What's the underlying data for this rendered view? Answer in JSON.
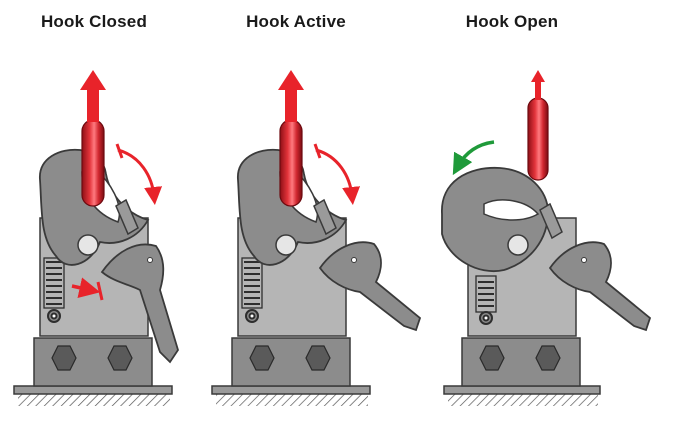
{
  "panels": [
    {
      "title": "Hook Closed"
    },
    {
      "title": "Hook Active"
    },
    {
      "title": "Hook Open"
    }
  ],
  "colors": {
    "body_gray": "#8c8c8c",
    "outline": "#3a3a3a",
    "bolt_gray": "#5a5a5a",
    "ring_red": "#c8202a",
    "force_red": "#e8232a",
    "rotate_green": "#1f9a3a"
  },
  "icons": {
    "hook_closed": "hook-closed-icon",
    "hook_active": "hook-active-icon",
    "hook_open": "hook-open-icon"
  }
}
